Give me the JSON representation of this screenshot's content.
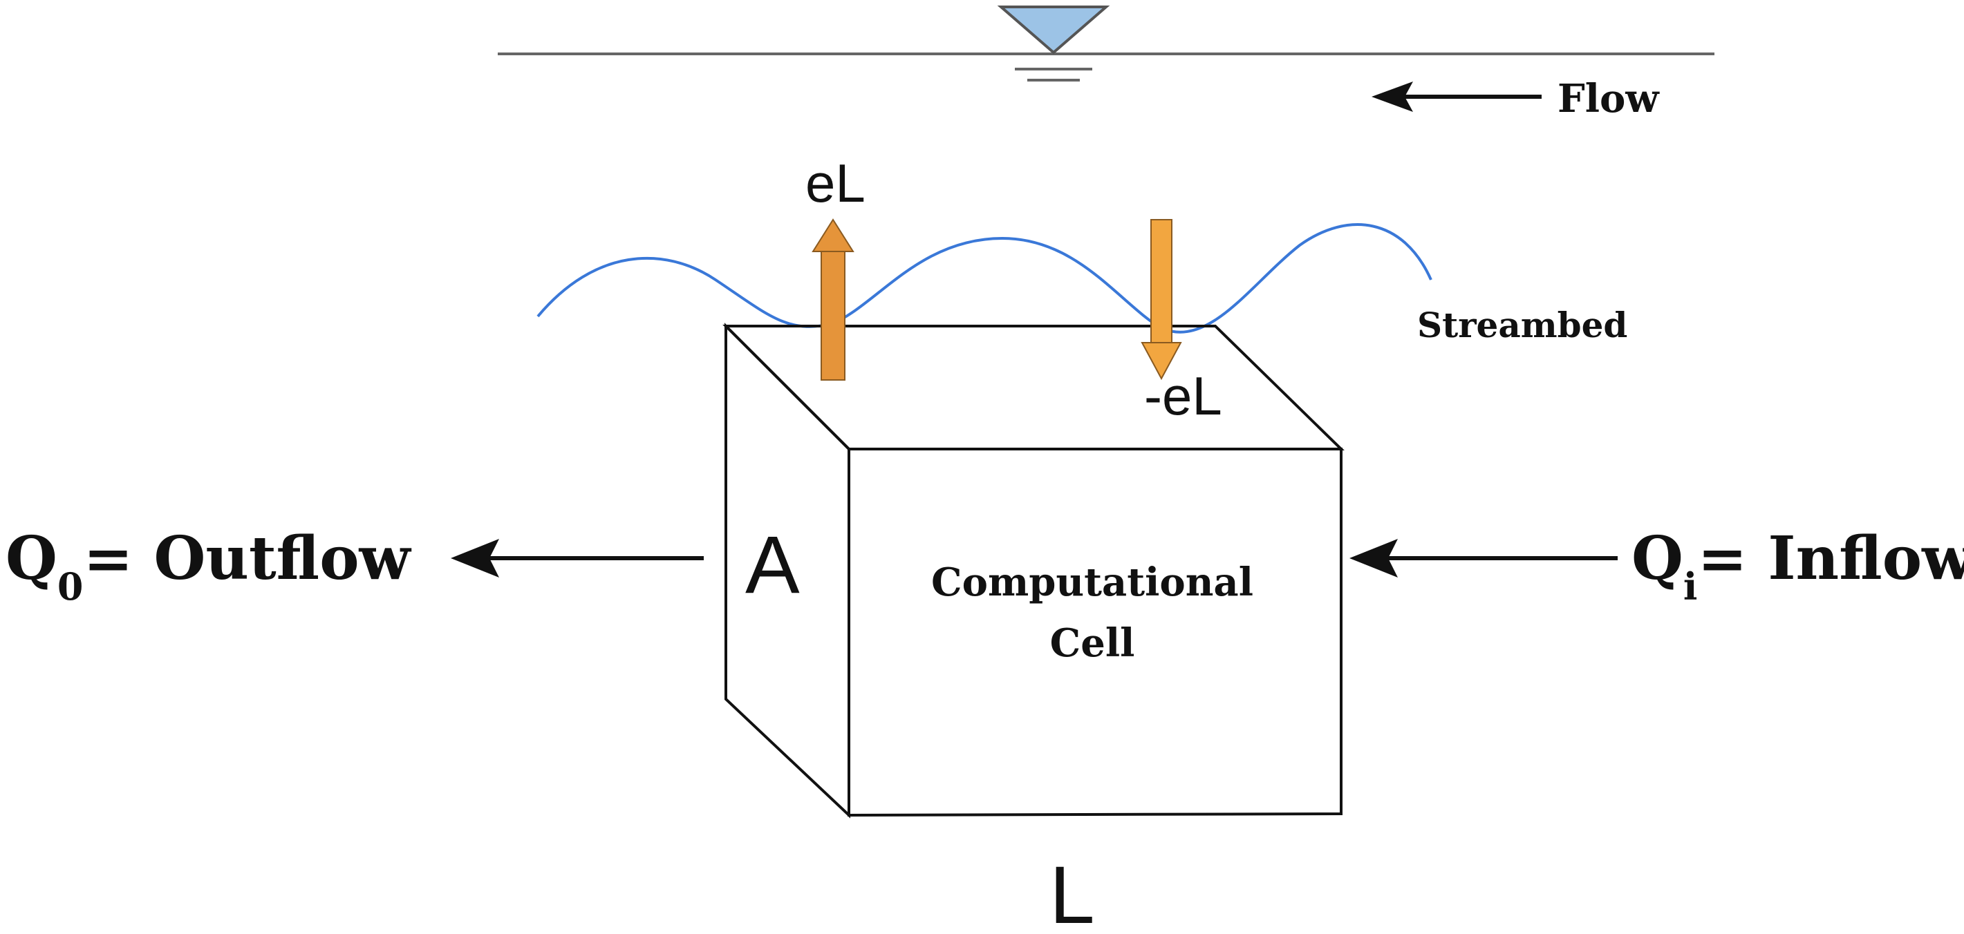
{
  "labels": {
    "flow": "Flow",
    "streambed": "Streambed",
    "eL_up": "eL",
    "eL_down": "-eL",
    "area": "A",
    "length": "L",
    "cell_line1": "Computational",
    "cell_line2": "Cell",
    "outflow_symbol": "Q",
    "outflow_subscript": "0",
    "outflow_text": "= Outflow",
    "inflow_symbol": "Q",
    "inflow_subscript": "i",
    "inflow_text": "= Inflow"
  },
  "icons": {
    "water_surface": "inverted-triangle-water-level-icon",
    "exchange_up": "up-arrow-icon",
    "exchange_down": "down-arrow-icon"
  },
  "colors": {
    "water_marker": "#9CC3E6",
    "streambed_line": "#3A78D8",
    "exchange_arrow": "#E5943A",
    "exchange_arrow_down": "#F2A640",
    "line": "#111111"
  }
}
